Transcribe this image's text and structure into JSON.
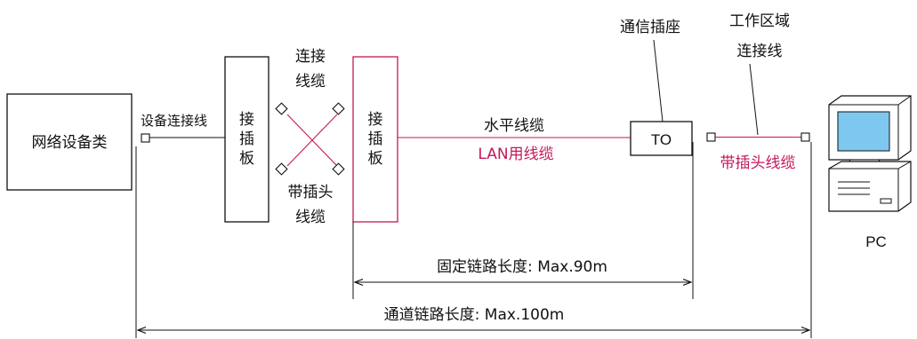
{
  "colors": {
    "ink": "#111111",
    "accent": "#c2185b",
    "screen": "#7ec8f0"
  },
  "icons": [
    "connector-icon",
    "computer-icon"
  ],
  "labels": {
    "network_device": "网络设备类",
    "device_cable": "设备连接线",
    "patch_panel_left": [
      "接",
      "插",
      "板"
    ],
    "patch_panel_right": [
      "接",
      "插",
      "板"
    ],
    "cross_connect_top": [
      "连接",
      "线缆"
    ],
    "cross_connect_bottom": [
      "带插头",
      "线缆"
    ],
    "horizontal_cable": "水平线缆",
    "lan_cable": "LAN用线缆",
    "telecom_outlet_title": "通信插座",
    "telecom_outlet_box": "TO",
    "work_area_title": [
      "工作区域",
      "连接线"
    ],
    "plug_cable": "带插头线缆",
    "pc": "PC",
    "permanent_link": "固定链路长度: Max.90m",
    "channel": "通道链路长度: Max.100m"
  }
}
